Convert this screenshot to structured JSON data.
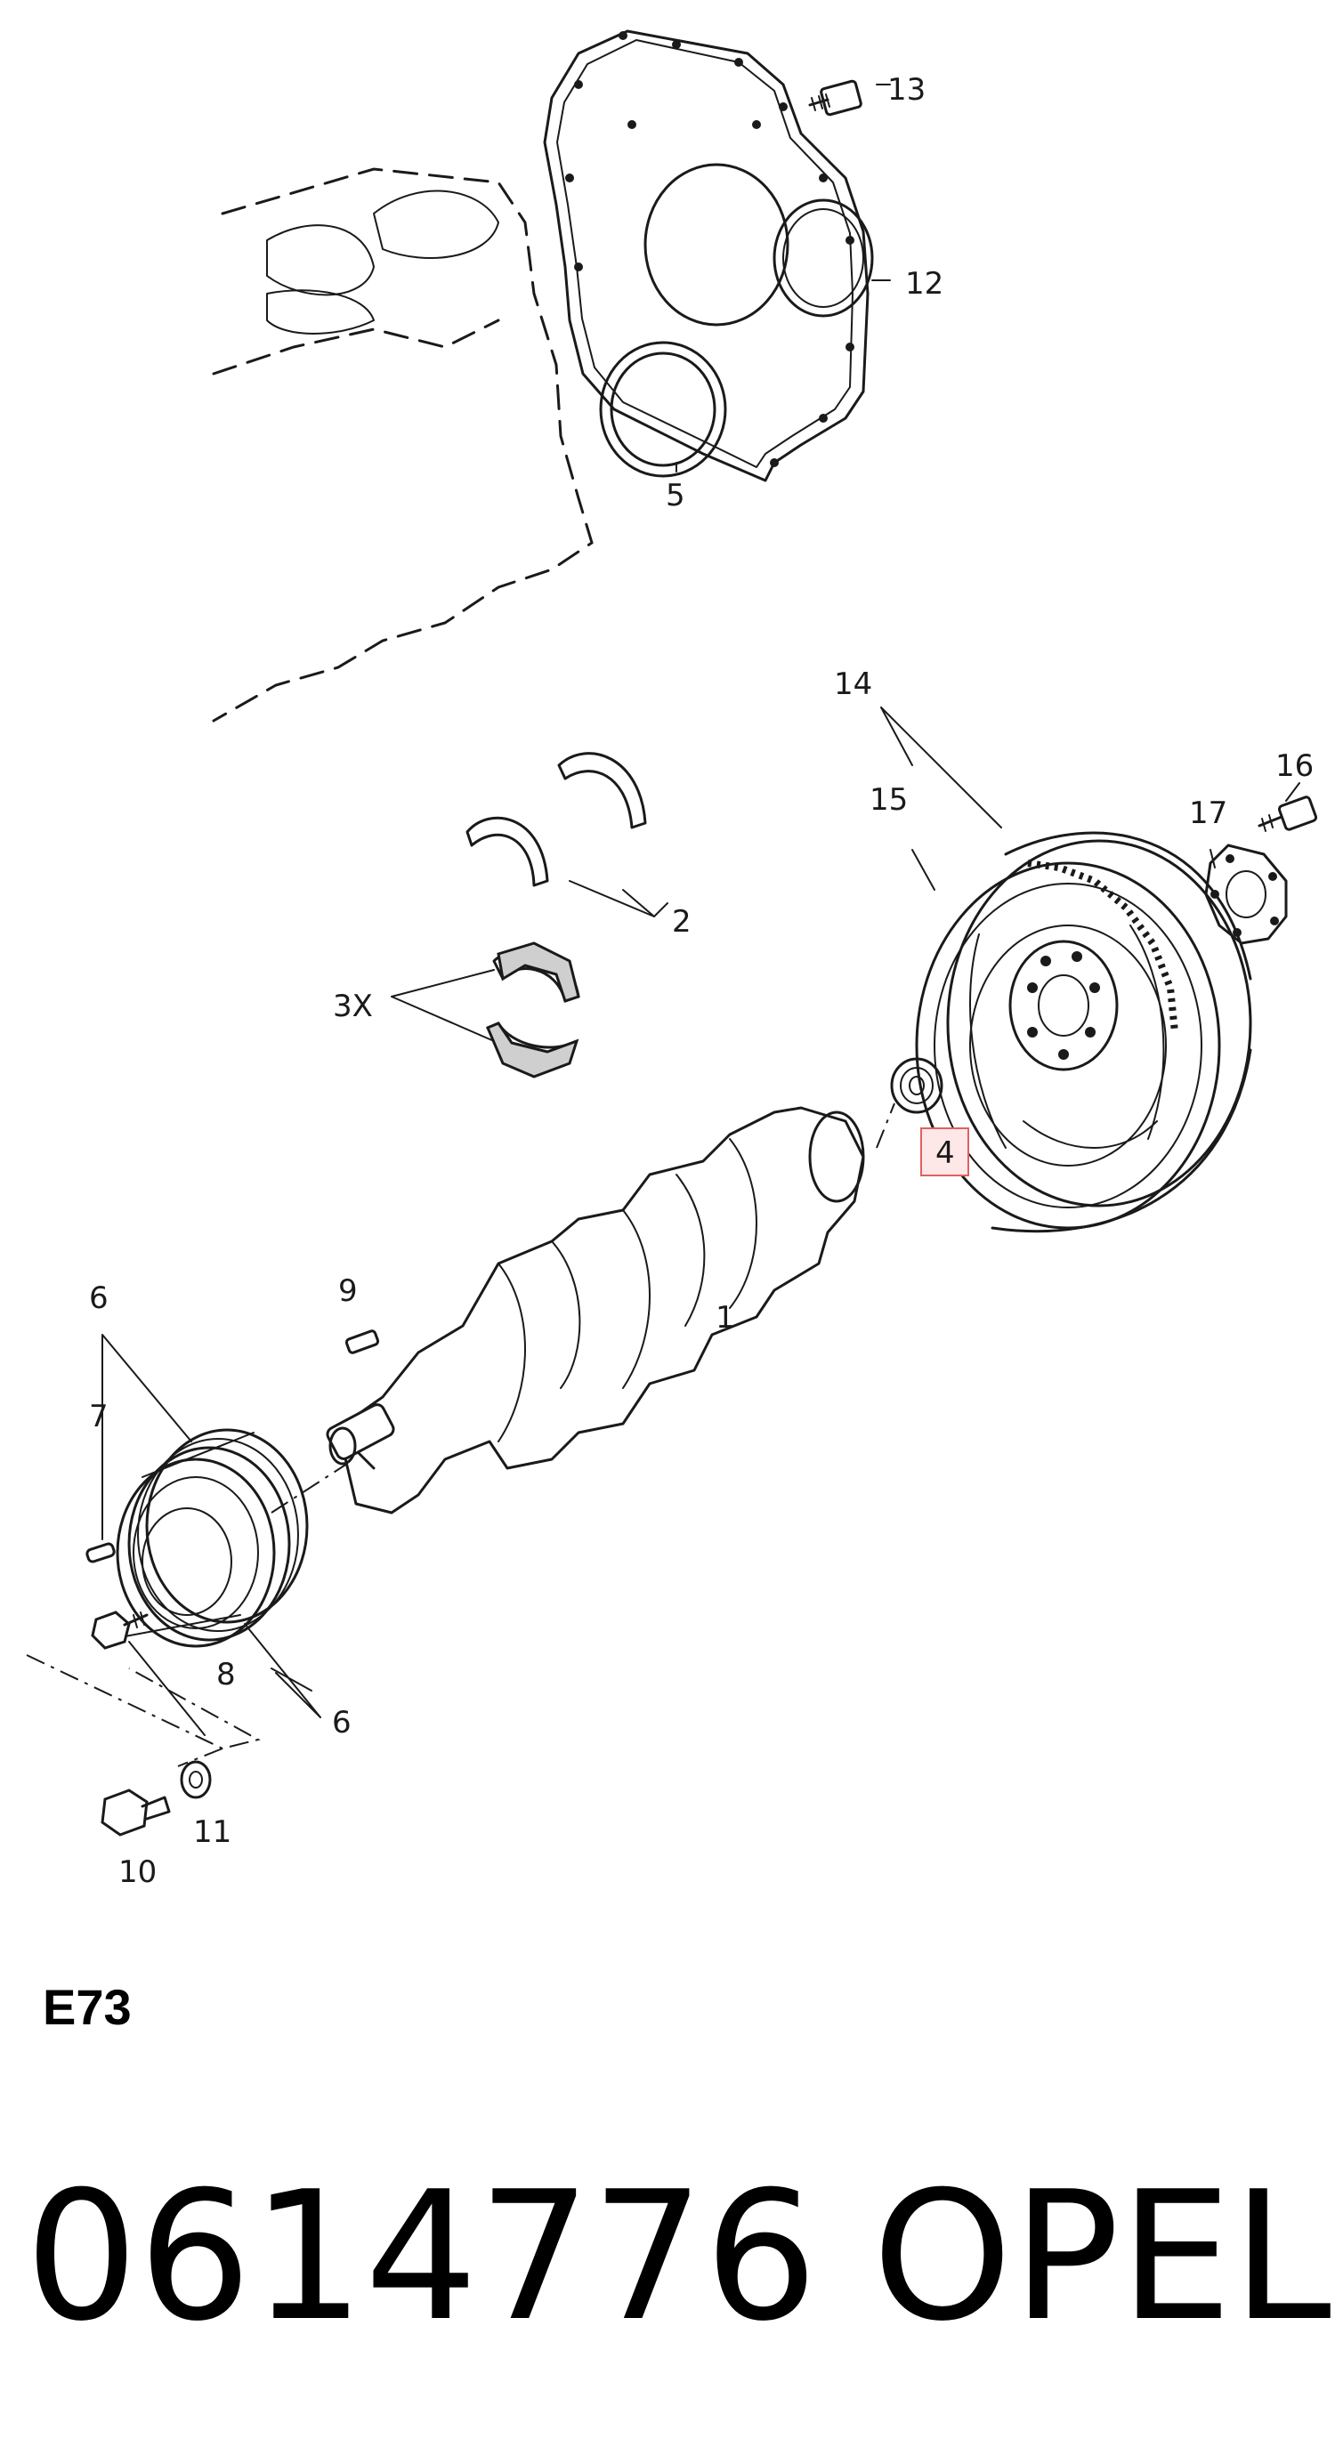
{
  "callouts": {
    "c1": "1",
    "c2": "2",
    "c3x": "3X",
    "c4": "4",
    "c5": "5",
    "c6a": "6",
    "c6b": "6",
    "c7": "7",
    "c8": "8",
    "c9": "9",
    "c10": "10",
    "c11": "11",
    "c12": "12",
    "c13": "13",
    "c14": "14",
    "c15": "15",
    "c16": "16",
    "c17": "17"
  },
  "diagram_code": "E73",
  "part_number": "0614776",
  "brand": "OPEL",
  "highlight_color": "#e06060"
}
